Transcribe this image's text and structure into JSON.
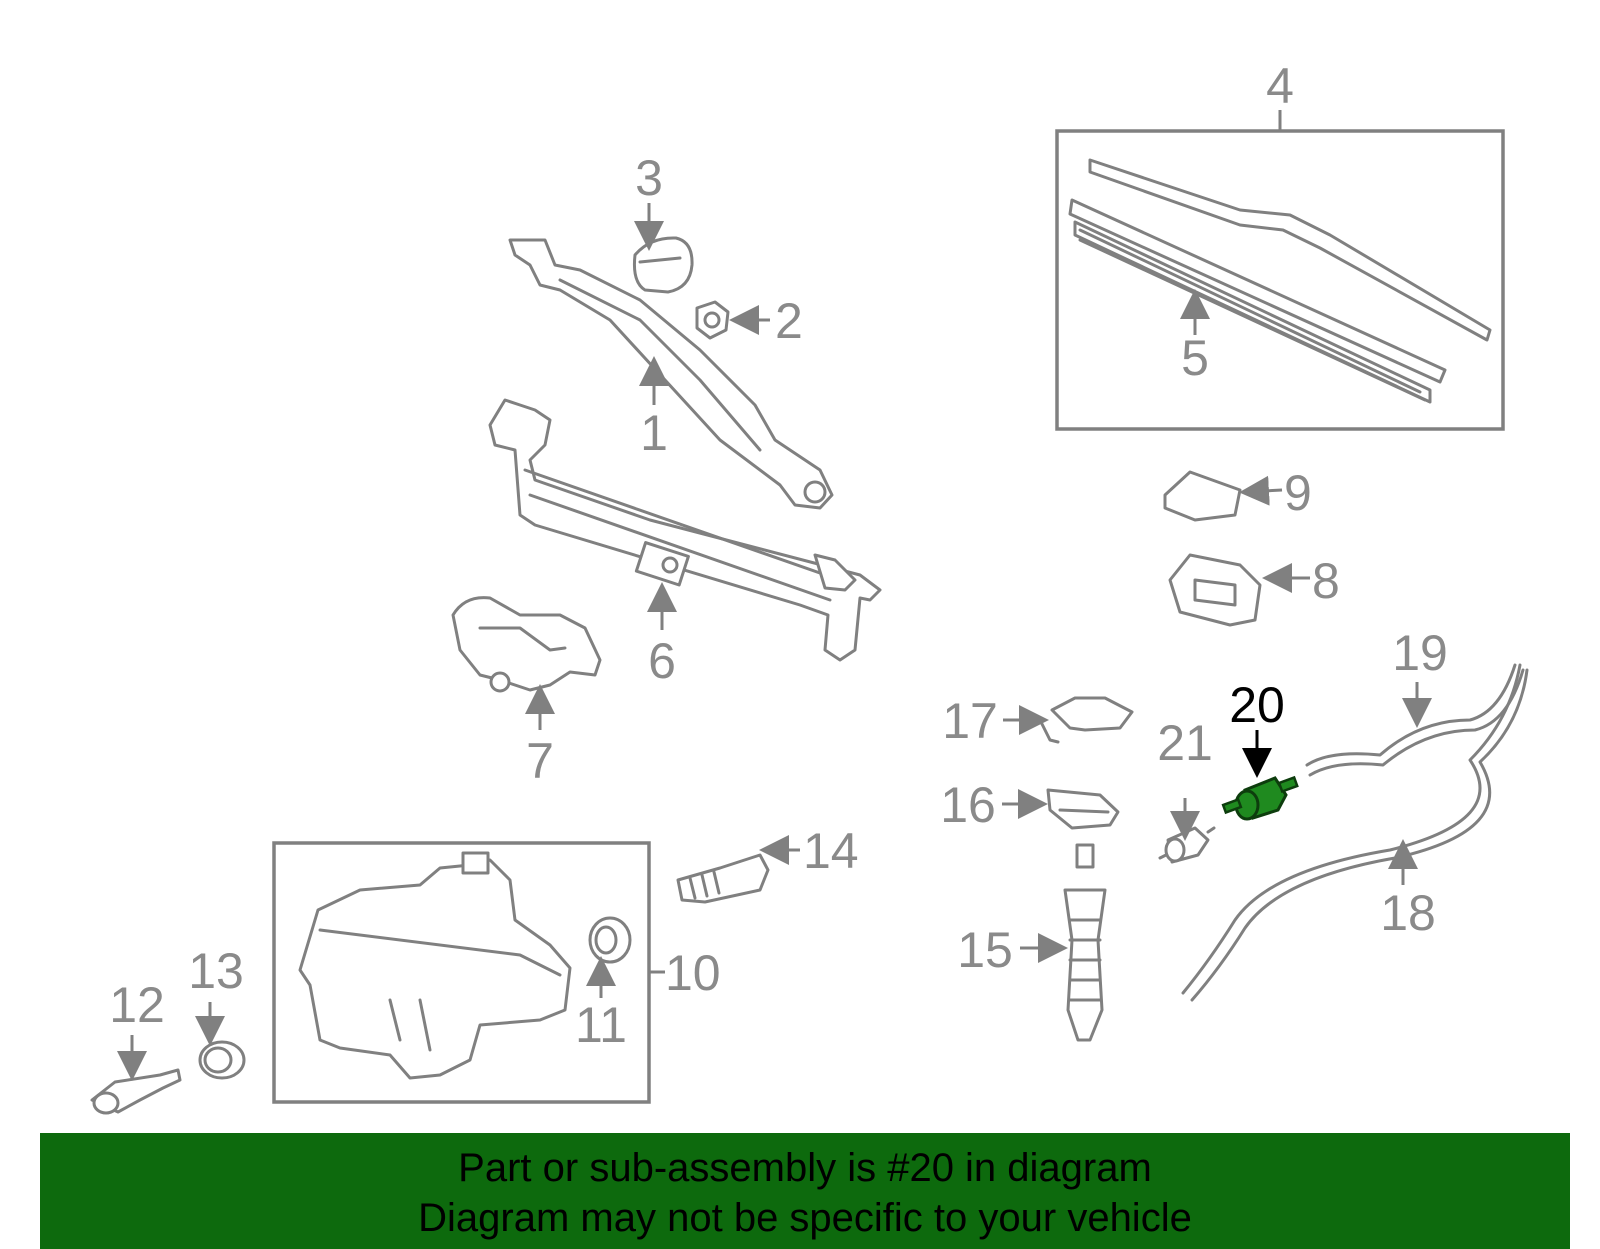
{
  "callouts": [
    {
      "id": "1",
      "label": "1"
    },
    {
      "id": "2",
      "label": "2"
    },
    {
      "id": "3",
      "label": "3"
    },
    {
      "id": "4",
      "label": "4"
    },
    {
      "id": "5",
      "label": "5"
    },
    {
      "id": "6",
      "label": "6"
    },
    {
      "id": "7",
      "label": "7"
    },
    {
      "id": "8",
      "label": "8"
    },
    {
      "id": "9",
      "label": "9"
    },
    {
      "id": "10",
      "label": "10"
    },
    {
      "id": "11",
      "label": "11"
    },
    {
      "id": "12",
      "label": "12"
    },
    {
      "id": "13",
      "label": "13"
    },
    {
      "id": "14",
      "label": "14"
    },
    {
      "id": "15",
      "label": "15"
    },
    {
      "id": "16",
      "label": "16"
    },
    {
      "id": "17",
      "label": "17"
    },
    {
      "id": "18",
      "label": "18"
    },
    {
      "id": "19",
      "label": "19"
    },
    {
      "id": "20",
      "label": "20",
      "highlighted": true
    },
    {
      "id": "21",
      "label": "21"
    }
  ],
  "banner": {
    "line1": "Part or sub-assembly is #20 in diagram",
    "line2": "Diagram may not be specific to your vehicle",
    "background": "#0d6a0d"
  },
  "colors": {
    "part_stroke": "#808080",
    "highlight_part": "#1f8a1f",
    "highlight_label": "#000000"
  }
}
